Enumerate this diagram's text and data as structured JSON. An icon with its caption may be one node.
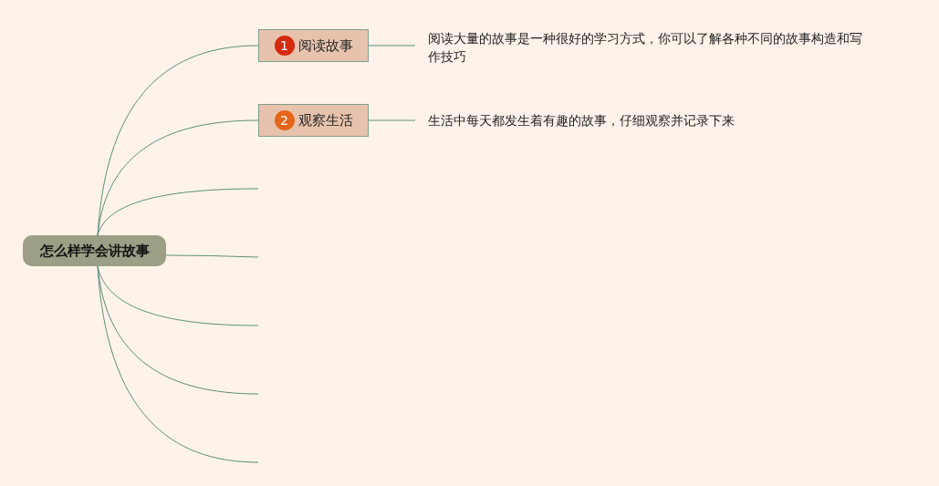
{
  "diagram": {
    "nodes": [
      {
        "text": [
          "怎么样学会讲故事"
        ]
      },
      {
        "text": [
          "1",
          "阅读故事"
        ]
      },
      {
        "text": [
          "阅读大量的故事是一种很好的学习方式，你可以了解各种不同的故事构造和写作技巧"
        ]
      },
      {
        "text": [
          "2",
          "观察生活"
        ]
      },
      {
        "text": [
          "生活中每天都发生着有趣的故事，仔细观察并记录下来"
        ]
      }
    ],
    "edges": [
      {
        "from": 0,
        "to": 1,
        "arrow": "none"
      },
      {
        "from": 1,
        "to": 2,
        "arrow": "none"
      },
      {
        "from": 0,
        "to": 3,
        "arrow": "none"
      },
      {
        "from": 3,
        "to": 4,
        "arrow": "none"
      },
      {
        "from": 0,
        "to": null,
        "arrow": "none"
      },
      {
        "from": 0,
        "to": null,
        "arrow": "none"
      },
      {
        "from": 0,
        "to": null,
        "arrow": "none"
      },
      {
        "from": 0,
        "to": null,
        "arrow": "none"
      },
      {
        "from": 0,
        "to": null,
        "arrow": "none"
      }
    ]
  }
}
